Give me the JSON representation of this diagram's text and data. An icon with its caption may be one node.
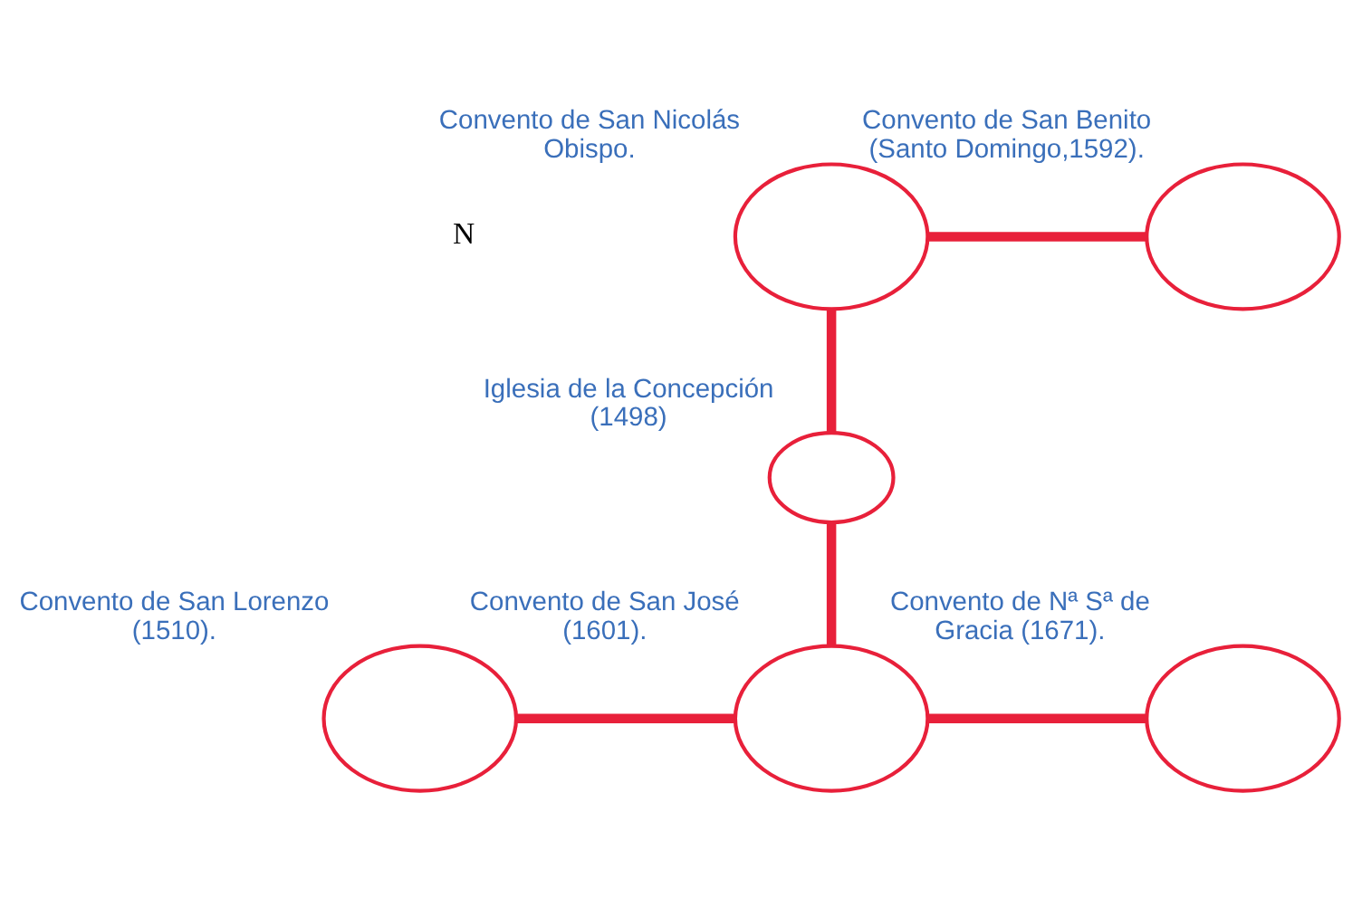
{
  "diagram": {
    "nodes": [
      {
        "text": [],
        "shape": "circle",
        "beside": [
          "Convento de San Nicolás Obispo."
        ]
      },
      {
        "text": [],
        "shape": "circle",
        "beside": [
          "Convento de San Benito (Santo Domingo,1592)."
        ]
      },
      {
        "text": [],
        "shape": "circle",
        "beside": [
          "Iglesia de la Concepción (1498)"
        ]
      },
      {
        "text": [],
        "shape": "circle",
        "beside": [
          "Convento de San Lorenzo (1510)."
        ]
      },
      {
        "text": [],
        "shape": "circle",
        "beside": [
          "Convento de San José (1601)."
        ]
      },
      {
        "text": [],
        "shape": "circle",
        "beside": [
          "Convento de Nª Sª de Gracia (1671)."
        ]
      }
    ],
    "edges": [
      {
        "from": 0,
        "to": 1,
        "arrow": "none"
      },
      {
        "from": 0,
        "to": 2,
        "arrow": "none"
      },
      {
        "from": 2,
        "to": 4,
        "arrow": "none"
      },
      {
        "from": 3,
        "to": 4,
        "arrow": "none"
      },
      {
        "from": 4,
        "to": 5,
        "arrow": "none"
      }
    ],
    "labels": [
      "N"
    ]
  }
}
